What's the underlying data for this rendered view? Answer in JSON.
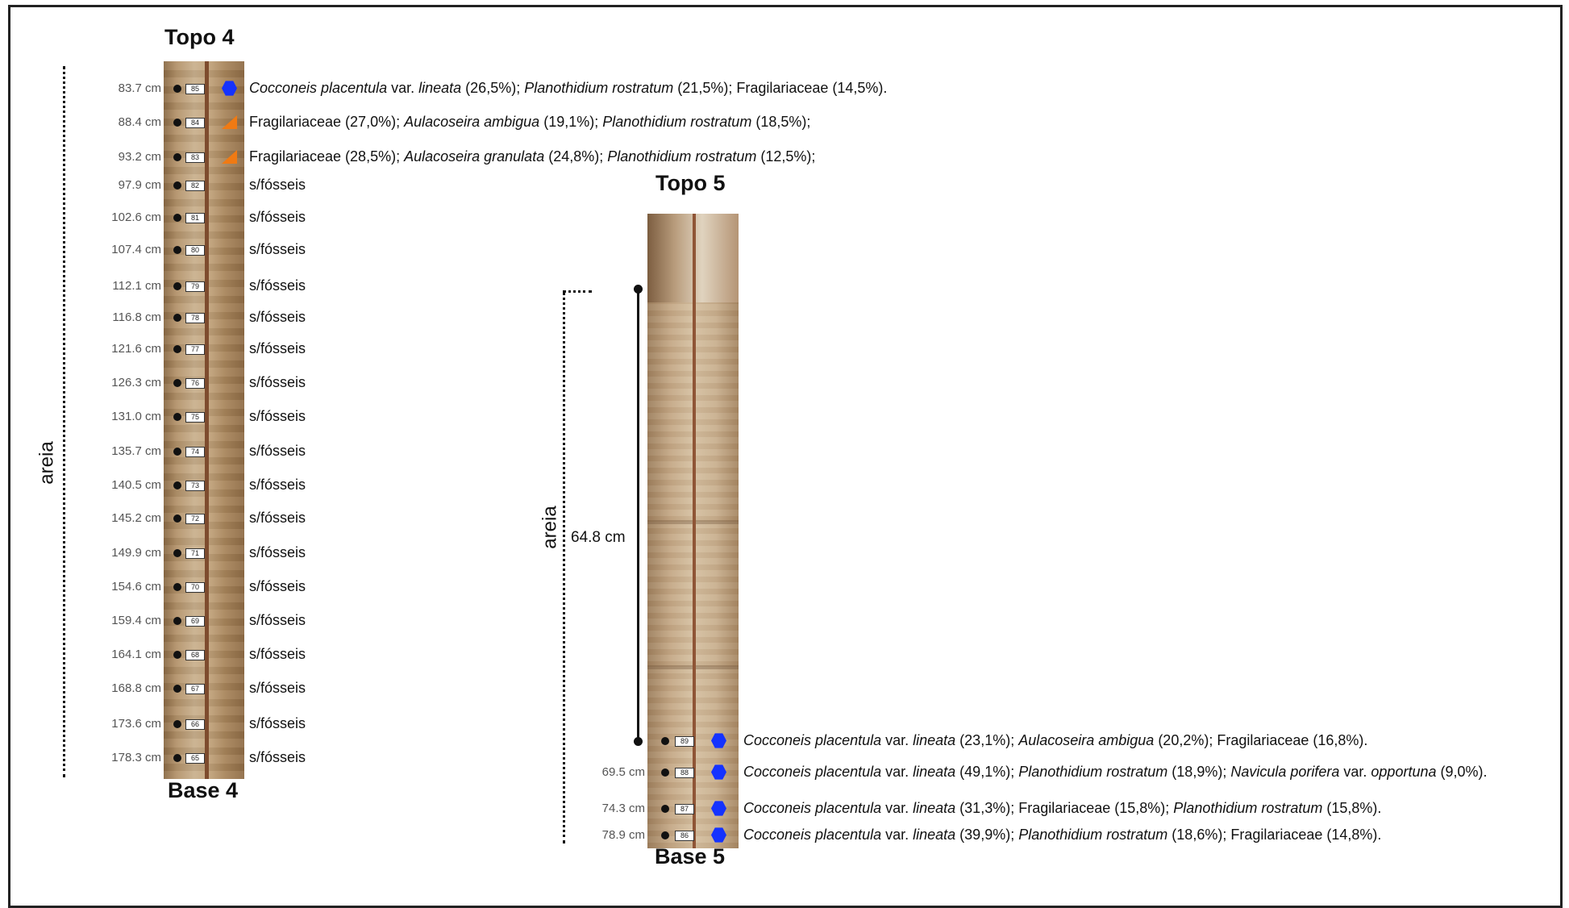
{
  "core4": {
    "top_label": "Topo 4",
    "base_label": "Base 4",
    "lithology": "areia",
    "samples": [
      {
        "id": "85",
        "depth": "83.7 cm",
        "marker": "blue-hexagon",
        "taxa": [
          {
            "italic": "Cocconeis  placentula",
            "plain": " var. "
          },
          {
            "italic": "lineata",
            "plain": " (26,5%); "
          },
          {
            "italic": "Planothidium rostratum",
            "plain": " (21,5%); Fragilariaceae (14,5%)."
          }
        ]
      },
      {
        "id": "84",
        "depth": "88.4 cm",
        "marker": "orange-triangle",
        "taxa": [
          {
            "italic": "",
            "plain": "Fragilariaceae (27,0%); "
          },
          {
            "italic": "Aulacoseira ambigua",
            "plain": " (19,1%); "
          },
          {
            "italic": "Planothidium rostratum",
            "plain": " (18,5%);"
          }
        ]
      },
      {
        "id": "83",
        "depth": "93.2 cm",
        "marker": "orange-triangle",
        "taxa": [
          {
            "italic": "",
            "plain": "Fragilariaceae (28,5%); "
          },
          {
            "italic": "Aulacoseira granulata",
            "plain": " (24,8%); "
          },
          {
            "italic": "Planothidium rostratum",
            "plain": " (12,5%);"
          }
        ]
      },
      {
        "id": "82",
        "depth": "97.9 cm",
        "nofossil": "s/fósseis"
      },
      {
        "id": "81",
        "depth": "102.6 cm",
        "nofossil": "s/fósseis"
      },
      {
        "id": "80",
        "depth": "107.4 cm",
        "nofossil": "s/fósseis"
      },
      {
        "id": "79",
        "depth": "112.1 cm",
        "nofossil": "s/fósseis"
      },
      {
        "id": "78",
        "depth": "116.8 cm",
        "nofossil": "s/fósseis"
      },
      {
        "id": "77",
        "depth": "121.6 cm",
        "nofossil": "s/fósseis"
      },
      {
        "id": "76",
        "depth": "126.3 cm",
        "nofossil": "s/fósseis"
      },
      {
        "id": "75",
        "depth": "131.0 cm",
        "nofossil": "s/fósseis"
      },
      {
        "id": "74",
        "depth": "135.7 cm",
        "nofossil": "s/fósseis"
      },
      {
        "id": "73",
        "depth": "140.5 cm",
        "nofossil": "s/fósseis"
      },
      {
        "id": "72",
        "depth": "145.2 cm",
        "nofossil": "s/fósseis"
      },
      {
        "id": "71",
        "depth": "149.9 cm",
        "nofossil": "s/fósseis"
      },
      {
        "id": "70",
        "depth": "154.6 cm",
        "nofossil": "s/fósseis"
      },
      {
        "id": "69",
        "depth": "159.4 cm",
        "nofossil": "s/fósseis"
      },
      {
        "id": "68",
        "depth": "164.1 cm",
        "nofossil": "s/fósseis"
      },
      {
        "id": "67",
        "depth": "168.8 cm",
        "nofossil": "s/fósseis"
      },
      {
        "id": "66",
        "depth": "173.6 cm",
        "nofossil": "s/fósseis"
      },
      {
        "id": "65",
        "depth": "178.3 cm",
        "nofossil": "s/fósseis"
      }
    ]
  },
  "core5": {
    "top_label": "Topo 5",
    "base_label": "Base 5",
    "lithology": "areia",
    "interval": "64.8 cm",
    "samples": [
      {
        "id": "89",
        "depth": "",
        "marker": "blue-hexagon",
        "taxa": [
          {
            "italic": "Cocconeis  placentula",
            "plain": " var. "
          },
          {
            "italic": "lineata",
            "plain": " (23,1%); "
          },
          {
            "italic": "Aulacoseira ambigua",
            "plain": " (20,2%); Fragilariaceae (16,8%)."
          }
        ]
      },
      {
        "id": "88",
        "depth": "69.5 cm",
        "marker": "blue-hexagon",
        "taxa": [
          {
            "italic": "Cocconeis  placentula",
            "plain": " var. "
          },
          {
            "italic": "lineata",
            "plain": " (49,1%); "
          },
          {
            "italic": "Planothidium rostratum",
            "plain": " (18,9%); "
          },
          {
            "italic": "Navicula porifera",
            "plain": " var. "
          },
          {
            "italic": "opportuna",
            "plain": " (9,0%)."
          }
        ]
      },
      {
        "id": "87",
        "depth": "74.3 cm",
        "marker": "blue-hexagon",
        "taxa": [
          {
            "italic": "Cocconeis  placentula",
            "plain": " var. "
          },
          {
            "italic": "lineata",
            "plain": " (31,3%); Fragilariaceae (15,8%); "
          },
          {
            "italic": "Planothidium rostratum",
            "plain": " (15,8%)."
          }
        ]
      },
      {
        "id": "86",
        "depth": "78.9 cm",
        "marker": "blue-hexagon",
        "taxa": [
          {
            "italic": "Cocconeis  placentula",
            "plain": " var. "
          },
          {
            "italic": "lineata",
            "plain": " (39,9%); "
          },
          {
            "italic": "Planothidium rostratum",
            "plain": " (18,6%); Fragilariaceae (14,8%)."
          }
        ]
      }
    ]
  },
  "colors": {
    "hexagon": "#1432ff",
    "triangle": "#f07a13"
  }
}
